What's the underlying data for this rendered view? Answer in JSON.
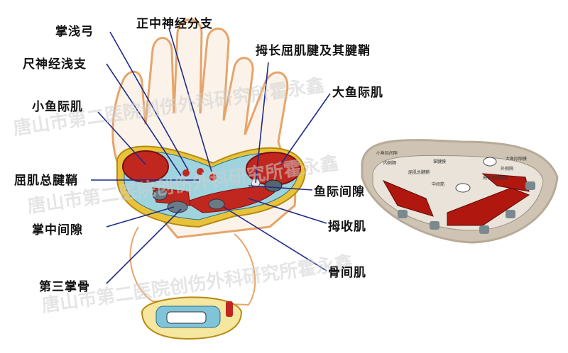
{
  "labels": {
    "palmaris_superficial_arch": "掌浅弓",
    "median_nerve_branch": "正中神经分支",
    "ulnar_nerve_superficial_branch": "尺神经浅支",
    "fpl_tendon_sheath": "拇长屈肌腱及其腱鞘",
    "hypothenar": "小鱼际肌",
    "thenar": "大鱼际肌",
    "flexor_common_sheath": "屈肌总腱鞘",
    "thenar_space": "鱼际间隙",
    "midpalmar_space": "掌中间隙",
    "adductor_pollicis": "拇收肌",
    "third_metacarpal": "第三掌骨",
    "interossei": "骨间肌"
  },
  "watermark": {
    "line1": "唐山市第二医院创伤外科研究所霍永鑫",
    "line2": "唐山市第二医院创伤外科研究所霍永鑫",
    "line3": "唐山市第二医院创伤外科研究所霍永鑫"
  },
  "inset_labels": {
    "hypothenar_space": "小鱼际间隙",
    "palmar_aponeurosis": "掌腱膜",
    "thenar": "大鱼际隙膜",
    "inner_septum": "内侧隔",
    "outer_septum": "外侧隔",
    "midpalmar": "中间筋",
    "flexor_sheath": "屈肌总腱鞘",
    "fpl": "拇长屈肌腱鞘"
  },
  "colors": {
    "muscle": "#c0271f",
    "muscle_dark": "#8f1612",
    "fascia_yellow": "#e8c33a",
    "skin_outline": "#e7a46a",
    "leader": "#1f2a8a",
    "bone": "#6b7b86",
    "tendon_blue": "#7fc4d8",
    "inset_bg": "#cfc4b3"
  }
}
